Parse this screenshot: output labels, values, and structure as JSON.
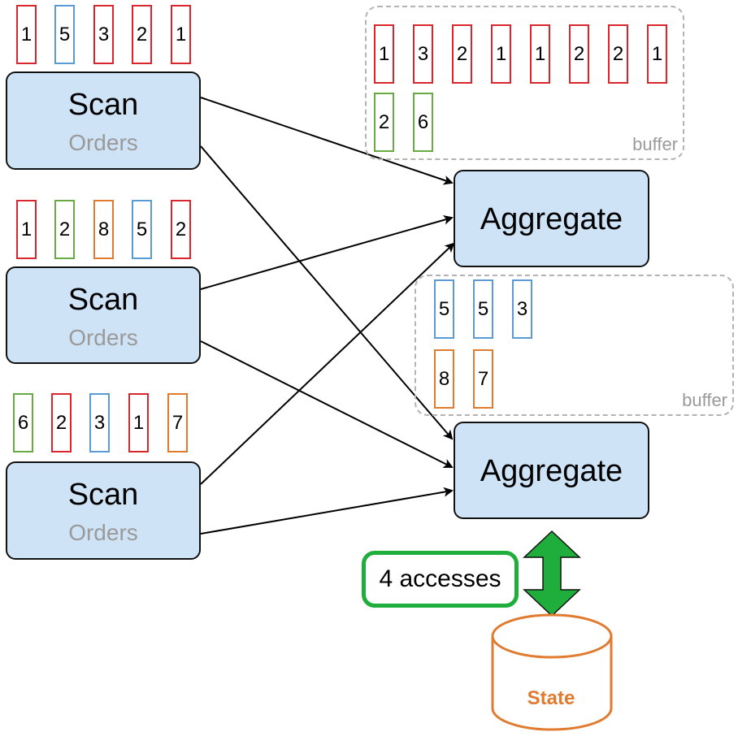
{
  "scans": [
    {
      "title": "Scan",
      "subtitle": "Orders",
      "tokens": [
        {
          "v": "1",
          "c": "red"
        },
        {
          "v": "5",
          "c": "blue"
        },
        {
          "v": "3",
          "c": "red"
        },
        {
          "v": "2",
          "c": "red"
        },
        {
          "v": "1",
          "c": "red"
        }
      ]
    },
    {
      "title": "Scan",
      "subtitle": "Orders",
      "tokens": [
        {
          "v": "1",
          "c": "red"
        },
        {
          "v": "2",
          "c": "green"
        },
        {
          "v": "8",
          "c": "orange"
        },
        {
          "v": "5",
          "c": "blue"
        },
        {
          "v": "2",
          "c": "red"
        }
      ]
    },
    {
      "title": "Scan",
      "subtitle": "Orders",
      "tokens": [
        {
          "v": "6",
          "c": "green"
        },
        {
          "v": "2",
          "c": "red"
        },
        {
          "v": "3",
          "c": "blue"
        },
        {
          "v": "1",
          "c": "red"
        },
        {
          "v": "7",
          "c": "orange"
        }
      ]
    }
  ],
  "aggregates": [
    {
      "title": "Aggregate"
    },
    {
      "title": "Aggregate"
    }
  ],
  "buffers": [
    {
      "label": "buffer",
      "rows": [
        [
          {
            "v": "1",
            "c": "red"
          },
          {
            "v": "3",
            "c": "red"
          },
          {
            "v": "2",
            "c": "red"
          },
          {
            "v": "1",
            "c": "red"
          },
          {
            "v": "1",
            "c": "red"
          },
          {
            "v": "2",
            "c": "red"
          },
          {
            "v": "2",
            "c": "red"
          },
          {
            "v": "1",
            "c": "red"
          }
        ],
        [
          {
            "v": "2",
            "c": "green"
          },
          {
            "v": "6",
            "c": "green"
          }
        ]
      ]
    },
    {
      "label": "buffer",
      "rows": [
        [
          {
            "v": "5",
            "c": "blue"
          },
          {
            "v": "5",
            "c": "blue"
          },
          {
            "v": "3",
            "c": "blue"
          }
        ],
        [
          {
            "v": "8",
            "c": "orange"
          },
          {
            "v": "7",
            "c": "orange"
          }
        ]
      ]
    }
  ],
  "access": {
    "label": "4 accesses"
  },
  "state": {
    "label": "State"
  },
  "colors": {
    "red": "#d9262c",
    "blue": "#5b9bd5",
    "green": "#6aaa45",
    "orange": "#e07b30",
    "node_fill": "#cfe3f7",
    "access_green": "#1fae3c"
  }
}
